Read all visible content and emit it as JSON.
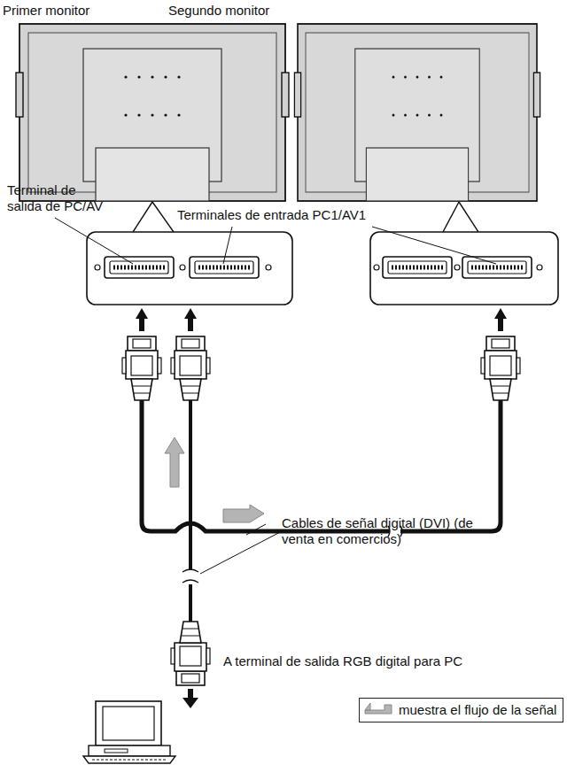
{
  "diagram": {
    "labels": [
      "Primer monitor",
      "Segundo monitor",
      "Terminal de salida de PC/AV",
      "Terminales de entrada PC1/AV1",
      "Cables de señal digital (DVI) (de venta en comercios)",
      "A terminal de salida RGB digital para PC"
    ],
    "legend": [
      {
        "text": "muestra el flujo de la señal"
      }
    ]
  }
}
